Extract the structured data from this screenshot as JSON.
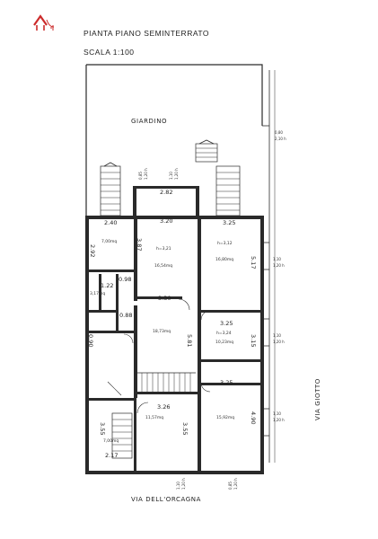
{
  "colors": {
    "logo": "#cc2b2b",
    "ink": "#2a2a2a",
    "background": "#ffffff"
  },
  "header": {
    "logo_icon": "house-logo-icon",
    "title": "PIANTA PIANO SEMINTERRATO",
    "scale": "SCALA 1:100"
  },
  "labels": {
    "garden": "GIARDINO",
    "street_bottom": "VIA DELL'ORCAGNA",
    "street_right": "VIA GIOTTO"
  },
  "dimensions": {
    "d_282": "2.82",
    "d_240": "2.40",
    "d_320": "3.20",
    "d_325_top": "3.25",
    "d_292": "2.92",
    "d_387": "3.87",
    "d_517": "5.17",
    "d_330": "3.30",
    "d_098": "0.98",
    "d_122": "1.22",
    "d_088": "0.88",
    "d_090": "0.90",
    "d_325_mid": "3.25",
    "d_581": "5.81",
    "d_315": "3.15",
    "d_325_low": "3.25",
    "d_326": "3.26",
    "d_355_left": "3.55",
    "d_355_mid": "3.55",
    "d_490": "4.90",
    "d_217": "2.17"
  },
  "rooms": {
    "r1_area": "7,00mq",
    "r2_height": "h=3,21",
    "r2_area": "16,54mq",
    "r3_height": "h=3,12",
    "r3_area": "16,80mq",
    "r4_area": "3,17mq",
    "r5_area": "18,73mq",
    "r6_height": "h=3,24",
    "r6_area": "10,23mq",
    "r7_area": "11,57mq",
    "r8_area": "15,92mq",
    "r9_area": "7,00mq"
  },
  "window_notes": {
    "w_side_top_a": "0,80",
    "w_side_top_b": "2,10 h",
    "w_side_1a": "1,10",
    "w_side_1b": "1,20 h",
    "w_side_2a": "1,10",
    "w_side_2b": "1,20 h",
    "w_side_3a": "1,10",
    "w_side_3b": "1,20 h",
    "w_top_1a": "0,85",
    "w_top_1b": "1,20 h",
    "w_top_2a": "1,10",
    "w_top_2b": "1,20 h",
    "w_bot_1a": "1,10",
    "w_bot_1b": "1,20 h",
    "w_bot_2a": "0,85",
    "w_bot_2b": "1,20 h"
  }
}
